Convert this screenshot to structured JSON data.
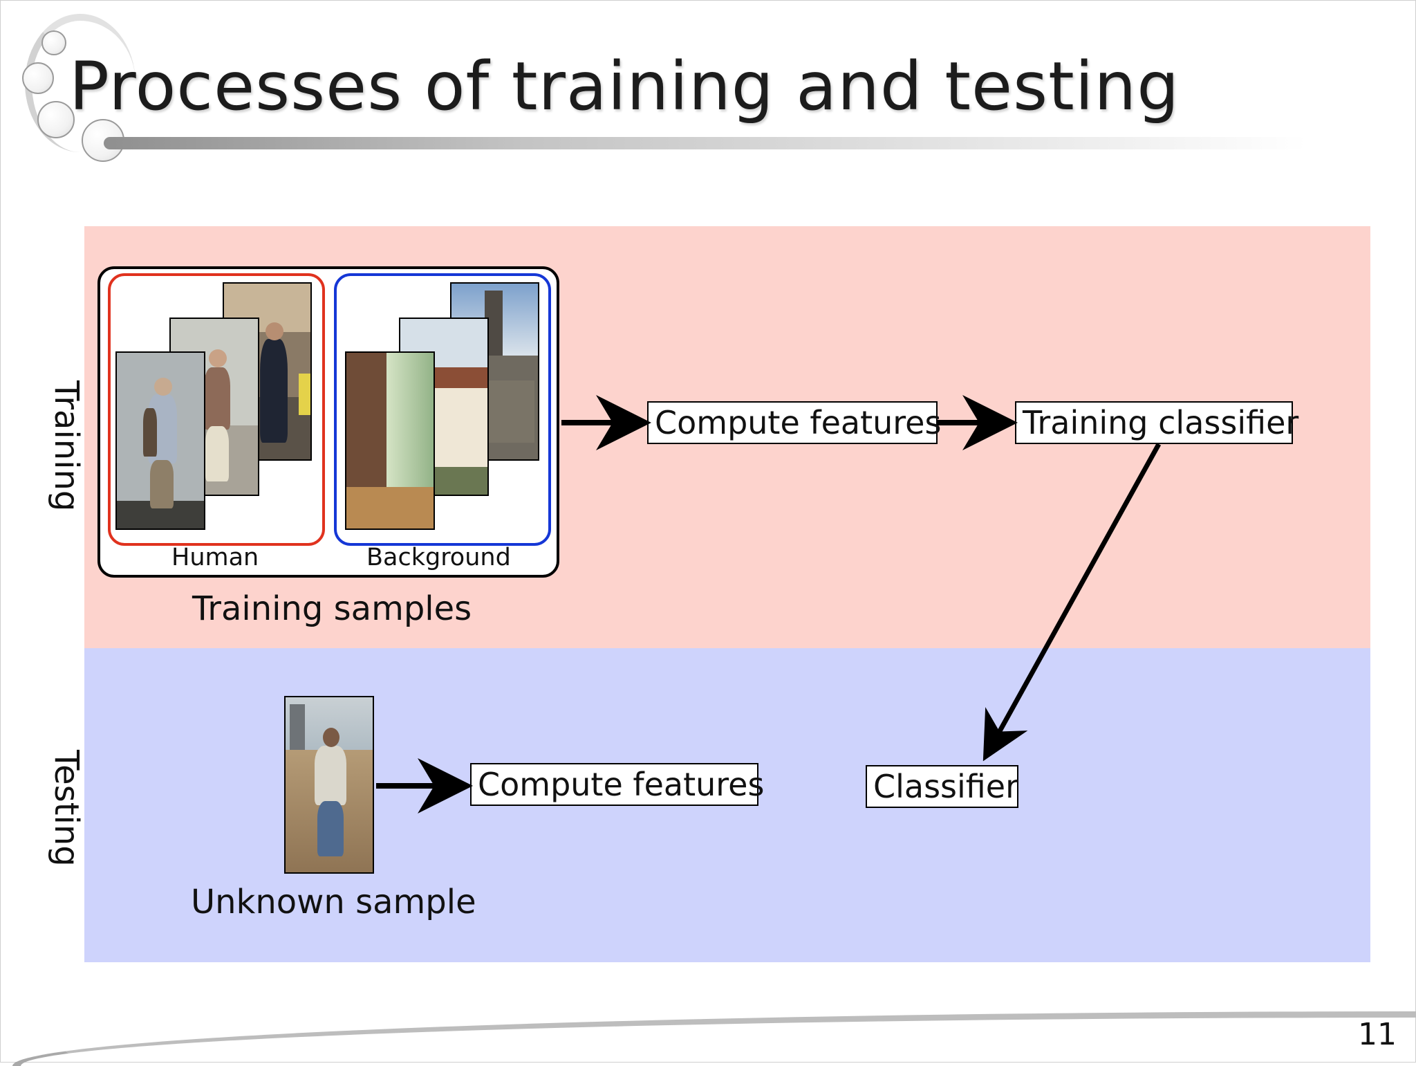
{
  "slide": {
    "title": "Processes of training and testing",
    "page_number": "11"
  },
  "colors": {
    "training_band": "#fdd3cd",
    "testing_band": "#ced3fc",
    "human_group_border": "#e0321e",
    "background_group_border": "#1537d6",
    "arrow": "#000000"
  },
  "training": {
    "section_label": "Training",
    "human_label": "Human",
    "background_label": "Background",
    "samples_caption": "Training samples",
    "compute_features": "Compute features",
    "training_classifier": "Training classifier"
  },
  "testing": {
    "section_label": "Testing",
    "sample_caption": "Unknown sample",
    "compute_features": "Compute features",
    "classifier": "Classifier"
  },
  "icons": {
    "arrows": [
      "arrow-right-icon",
      "arrow-right-icon",
      "arrow-down-left-icon",
      "arrow-right-icon"
    ]
  }
}
